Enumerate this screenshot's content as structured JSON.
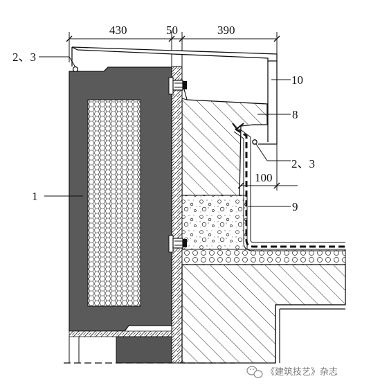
{
  "dimensions": {
    "d1": "430",
    "d2": "50",
    "d3": "390",
    "d4": "100"
  },
  "callouts": {
    "c_1": "1",
    "c_23_top": "2、3",
    "c_23_right": "2、3",
    "c_8": "8",
    "c_9": "9",
    "c_10": "10"
  },
  "watermark": {
    "text": "《建筑技艺》杂志",
    "icon": "wechat-icon"
  },
  "colors": {
    "ink": "#111111",
    "panel": "#5a5a5a",
    "block_dark": "#555555",
    "watermark": "#777777"
  }
}
